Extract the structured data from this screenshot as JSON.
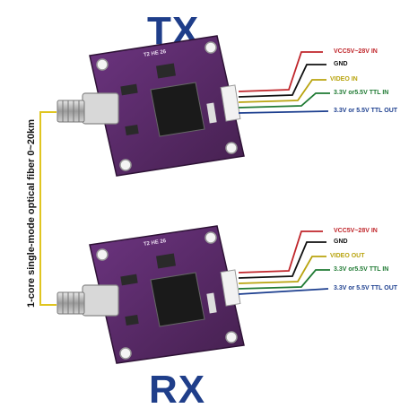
{
  "tx_title": "TX",
  "rx_title": "RX",
  "fiber_label": "1-core single-mode optical fiber 0~20km",
  "colors": {
    "title": "#1f3e8a",
    "board": "#5b2a6a",
    "board_dark": "#3f1a4c",
    "chip": "#1a1a1a",
    "fiber_line": "#e0c520"
  },
  "tx": {
    "silk_top": "T2 HE 26",
    "wires": [
      {
        "label": "VCC5V~28V IN",
        "color": "#c0262b"
      },
      {
        "label": "GND",
        "color": "#111111"
      },
      {
        "label": "VIDEO IN",
        "color": "#b9a40f"
      },
      {
        "label": "3.3V or5.5V TTL IN",
        "color": "#1f7a33"
      },
      {
        "label": "3.3V or 5.5V TTL OUT",
        "color": "#1d3f8f"
      }
    ]
  },
  "rx": {
    "silk_top": "T2 HE 26",
    "wires": [
      {
        "label": "VCC5V~28V IN",
        "color": "#c0262b"
      },
      {
        "label": "GND",
        "color": "#111111"
      },
      {
        "label": "VIDEO OUT",
        "color": "#b9a40f"
      },
      {
        "label": "3.3V or5.5V TTL IN",
        "color": "#1f7a33"
      },
      {
        "label": "3.3V or 5.5V TTL OUT",
        "color": "#1d3f8f"
      }
    ]
  }
}
